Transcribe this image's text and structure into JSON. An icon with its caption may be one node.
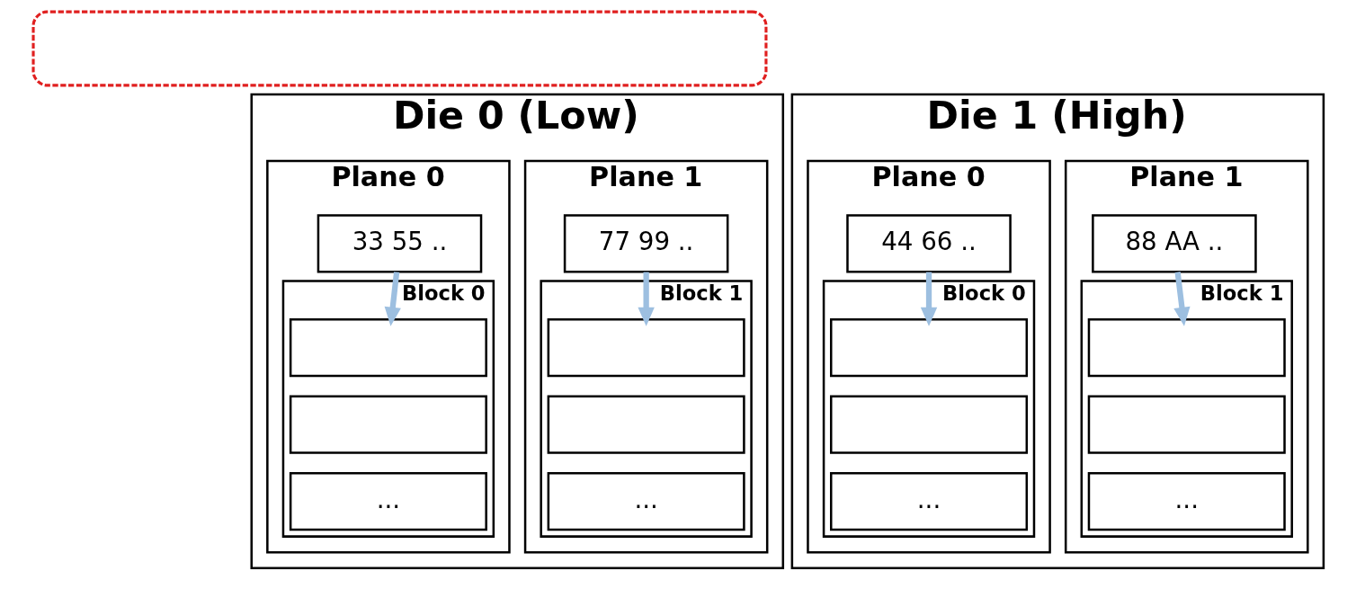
{
  "diagram": {
    "nodes": [
      {
        "text": [
          "Die 0 (Low)"
        ]
      },
      {
        "text": [
          "Plane 0"
        ],
        "in": 0
      },
      {
        "text": [
          "33 55 .."
        ],
        "in": 1
      },
      {
        "text": [
          "Block 0"
        ],
        "in": 1
      },
      {
        "text": [],
        "shape": "box",
        "in": 3
      },
      {
        "text": [],
        "shape": "box",
        "in": 3
      },
      {
        "text": [
          "..."
        ],
        "in": 3
      },
      {
        "text": [
          "Plane 1"
        ],
        "in": 0
      },
      {
        "text": [
          "77 99 .."
        ],
        "in": 7
      },
      {
        "text": [
          "Block 1"
        ],
        "in": 7
      },
      {
        "text": [],
        "shape": "box",
        "in": 9
      },
      {
        "text": [],
        "shape": "box",
        "in": 9
      },
      {
        "text": [
          "..."
        ],
        "in": 9
      },
      {
        "text": [
          "Die 1 (High)"
        ]
      },
      {
        "text": [
          "Plane 0"
        ],
        "in": 13
      },
      {
        "text": [
          "44 66 .."
        ],
        "in": 14
      },
      {
        "text": [
          "Block 0"
        ],
        "in": 14
      },
      {
        "text": [],
        "shape": "box",
        "in": 16
      },
      {
        "text": [],
        "shape": "box",
        "in": 16
      },
      {
        "text": [
          "..."
        ],
        "in": 16
      },
      {
        "text": [
          "Plane 1"
        ],
        "in": 13
      },
      {
        "text": [
          "88 AA .."
        ],
        "in": 20
      },
      {
        "text": [
          "Block 1"
        ],
        "in": 20
      },
      {
        "text": [],
        "shape": "box",
        "in": 22
      },
      {
        "text": [],
        "shape": "box",
        "in": 22
      },
      {
        "text": [
          "..."
        ],
        "in": 22
      },
      {
        "text": [],
        "shape": "box"
      }
    ],
    "edges": [
      {
        "from": 2,
        "to": 4,
        "arrow": "to"
      },
      {
        "from": 8,
        "to": 10,
        "arrow": "to"
      },
      {
        "from": 15,
        "to": 17,
        "arrow": "to"
      },
      {
        "from": 21,
        "to": 23,
        "arrow": "to"
      }
    ]
  }
}
